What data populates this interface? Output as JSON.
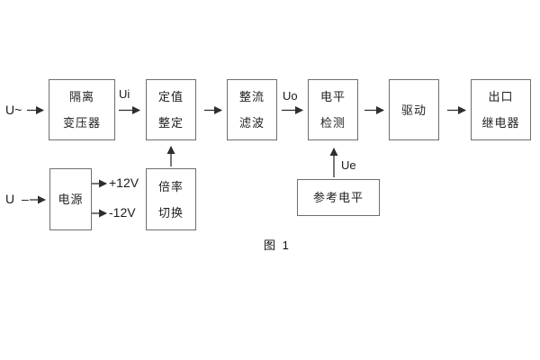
{
  "figure": {
    "caption": "图 1",
    "colors": {
      "background": "#ffffff",
      "box_border": "#6e6e6e",
      "arrow": "#2e2e2e",
      "text": "#1f1f1f"
    },
    "labels": {
      "ac_input": "U~",
      "dc_input": "U –",
      "ui": "Ui",
      "uo": "Uo",
      "ue": "Ue",
      "rail_pos": "+12V",
      "rail_neg": "-12V"
    },
    "blocks": {
      "isolation_transformer": [
        "隔离",
        "变压器"
      ],
      "value_setting": [
        "定值",
        "整定"
      ],
      "rectify_filter": [
        "整流",
        "滤波"
      ],
      "level_detect": [
        "电平",
        "检测"
      ],
      "drive": [
        "驱动"
      ],
      "output_relay": [
        "出口",
        "继电器"
      ],
      "power_supply": [
        "电源"
      ],
      "ratio_switch": [
        "倍率",
        "切换"
      ],
      "reference_level": [
        "参考电平"
      ]
    }
  }
}
